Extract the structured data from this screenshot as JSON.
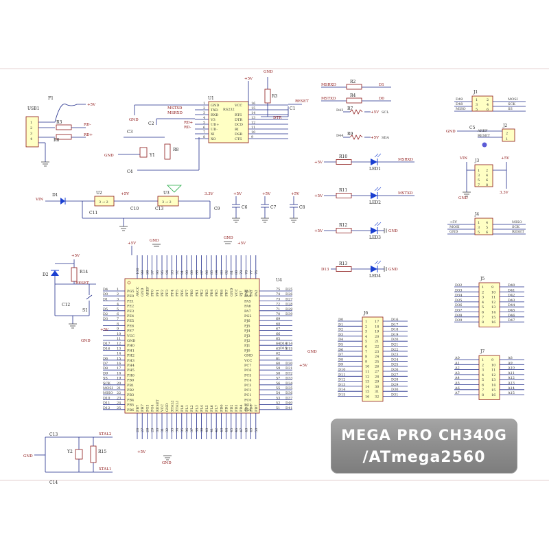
{
  "badge": {
    "line1": "MEGA PRO CH340G",
    "line2": "/ATmega2560"
  },
  "usb": {
    "ref": "USB1",
    "fuse": "F1",
    "vcc": "+5V",
    "r_top": "R3",
    "r_bot": "R8",
    "net_top": "RD-",
    "net_bot": "RD+"
  },
  "ch340": {
    "ref": "U1",
    "chip": "RS232",
    "left_pins": [
      "GND",
      "TXD",
      "RXD",
      "V3",
      "UD+",
      "UD-",
      "XI",
      "XO"
    ],
    "left_nums": [
      "1",
      "2",
      "3",
      "4",
      "5",
      "6",
      "7",
      "8"
    ],
    "right_pins": [
      "VCC",
      "",
      "RTS",
      "DTR",
      "DCD",
      "RI",
      "DSR",
      "CTS"
    ],
    "right_nums": [
      "16",
      "15",
      "14",
      "13",
      "12",
      "11",
      "10",
      "9"
    ],
    "left_nets": [
      "MSTXD",
      "MSRXD",
      "RD+",
      "RD-"
    ],
    "r3": "R3",
    "c1": "C1",
    "c2": "C2",
    "c3": "C3",
    "c4": "C4",
    "y1": "Y1",
    "r8": "R8",
    "gnd": "GND",
    "vcc": "+5V",
    "reset": "RESET",
    "dtr": "DTR"
  },
  "power": {
    "vin": "VIN",
    "d1": "D1",
    "u2": "U2",
    "u3": "U3",
    "reg_label": "3 → 2",
    "c11": "C11",
    "c10": "C10",
    "c13": "C13",
    "c9": "C9",
    "c6": "C6",
    "c7": "C7",
    "c8": "C8",
    "v5": "+5V",
    "v33": "3.3V"
  },
  "serial": {
    "r2": "R2",
    "r4": "R4",
    "net_rx": "MSRXD",
    "net_tx": "MSTXD",
    "d1": "D1",
    "d0": "D0",
    "r7": "R7",
    "r9": "R9",
    "d43": "D43",
    "d44": "D44",
    "v5": "+5V",
    "sda": "SDA",
    "scl": "SCL"
  },
  "leds": [
    {
      "r": "R10",
      "led": "LED1",
      "net": "MSRXD",
      "left": "+5V"
    },
    {
      "r": "R11",
      "led": "LED2",
      "net": "MSTXD",
      "left": "+5V"
    },
    {
      "r": "R12",
      "led": "LED3",
      "net": "GND",
      "left": "+5V"
    },
    {
      "r": "R13",
      "led": "LED4",
      "net": "GND",
      "left": "D13"
    }
  ],
  "headers": {
    "j1": {
      "ref": "J1",
      "left": [
        "D49",
        "D48",
        "MISO"
      ],
      "right": [
        "MOSI",
        "SCK",
        "SS"
      ],
      "nums": [
        "1",
        "3",
        "5",
        "2",
        "4",
        "6"
      ]
    },
    "j2": {
      "ref": "J2",
      "c5": "C5",
      "aref": "AREF",
      "reset": "RESET",
      "gnd": "GND"
    },
    "j3": {
      "ref": "J3",
      "vin": "VIN",
      "v5": "+5V",
      "gnd": "GND",
      "v33": "3.3V"
    },
    "j4": {
      "ref": "J4",
      "left": [
        "+5V",
        "MOSI",
        "GND"
      ],
      "right": [
        "MISO",
        "SCK",
        "RESET"
      ]
    },
    "j5": {
      "ref": "J5",
      "left": [
        "D32",
        "D33",
        "D34",
        "D35",
        "D36",
        "D37",
        "D38",
        "D39"
      ],
      "right": [
        "D40",
        "D41",
        "D42",
        "D43",
        "D44",
        "D45",
        "D46",
        "D47"
      ],
      "ln": [
        "1",
        "2",
        "3",
        "4",
        "5",
        "6",
        "7",
        "8"
      ],
      "rn": [
        "9",
        "10",
        "11",
        "12",
        "13",
        "14",
        "15",
        "16"
      ]
    },
    "j6": {
      "ref": "J6",
      "left": [
        "D0",
        "D1",
        "D2",
        "D3",
        "D4",
        "D5",
        "D6",
        "D7",
        "D8",
        "D9",
        "D10",
        "D11",
        "D12",
        "D13",
        "D14",
        "D15"
      ],
      "right": [
        "D16",
        "D17",
        "D18",
        "D19",
        "D20",
        "D21",
        "D22",
        "D23",
        "D24",
        "D25",
        "D26",
        "D27",
        "D28",
        "D29",
        "D30",
        "D31"
      ],
      "ln": [
        "1",
        "2",
        "3",
        "4",
        "5",
        "6",
        "7",
        "8",
        "9",
        "10",
        "11",
        "12",
        "13",
        "14",
        "15",
        "16"
      ],
      "rn": [
        "17",
        "18",
        "19",
        "20",
        "21",
        "22",
        "23",
        "24",
        "25",
        "26",
        "27",
        "28",
        "29",
        "30",
        "31",
        "32"
      ]
    },
    "j7": {
      "ref": "J7",
      "left": [
        "A0",
        "A1",
        "A2",
        "A3",
        "A4",
        "A5",
        "A6",
        "A7"
      ],
      "right": [
        "A8",
        "A9",
        "A10",
        "A11",
        "A12",
        "A13",
        "A14",
        "A15"
      ],
      "ln": [
        "1",
        "2",
        "3",
        "4",
        "5",
        "6",
        "7",
        "8"
      ],
      "rn": [
        "9",
        "10",
        "11",
        "12",
        "13",
        "14",
        "15",
        "16"
      ]
    }
  },
  "mcu": {
    "ref": "U4",
    "left_pins": [
      "PG5",
      "PE0",
      "PE1",
      "PE2",
      "PE3",
      "PE4",
      "PE5",
      "PE6",
      "PE7",
      "VCC",
      "GND",
      "PH0",
      "PH1",
      "PH2",
      "PH3",
      "PH4",
      "PH5",
      "PH6",
      "PB0",
      "PB1",
      "PB2",
      "PB3",
      "PB4",
      "PB5",
      "PB6"
    ],
    "left_nums": [
      "1",
      "2",
      "3",
      "4",
      "5",
      "6",
      "7",
      "8",
      "9",
      "10",
      "11",
      "12",
      "13",
      "14",
      "15",
      "16",
      "17",
      "18",
      "19",
      "20",
      "21",
      "22",
      "23",
      "24",
      "25"
    ],
    "left_nets": [
      "D4",
      "D0",
      "D1",
      "",
      "D5",
      "D2",
      "D3",
      "",
      "",
      "",
      "",
      "D17",
      "D16",
      "",
      "D6",
      "D7",
      "D8",
      "D9",
      "SS",
      "SCK",
      "MOSI",
      "MISO",
      "D10",
      "D11",
      "D12"
    ],
    "right_pins": [
      "PA3",
      "PA4",
      "PA5",
      "PA6",
      "PA7",
      "PG2",
      "PJ6",
      "PJ5",
      "PJ4",
      "PJ3",
      "PJ2",
      "PJ1",
      "PJ0",
      "GND",
      "VCC",
      "PC7",
      "PC6",
      "PC5",
      "PC4",
      "PC3",
      "PC2",
      "PC1",
      "PC0",
      "PG1",
      "PG0"
    ],
    "right_nums": [
      "75",
      "74",
      "73",
      "72",
      "71",
      "70",
      "69",
      "68",
      "67",
      "66",
      "65",
      "64",
      "63",
      "62",
      "61",
      "60",
      "59",
      "58",
      "57",
      "56",
      "55",
      "54",
      "53",
      "52",
      "51"
    ],
    "right_nets": [
      "D25",
      "D26",
      "D27",
      "D28",
      "D29",
      "D39",
      "",
      "",
      "",
      "",
      "",
      "D14",
      "D15",
      "",
      "",
      "D30",
      "D31",
      "D32",
      "D33",
      "D34",
      "D35",
      "D36",
      "D37",
      "D40",
      "D41"
    ],
    "top_pins": [
      "AVCC",
      "GND",
      "AREF",
      "PF0",
      "PF1",
      "PF2",
      "PF3",
      "PF4",
      "PF5",
      "PF6",
      "PF7",
      "PK0",
      "PK1",
      "PK2",
      "PK3",
      "PK4",
      "PK5",
      "PK6",
      "PK7",
      "GND",
      "VCC",
      "PJ7",
      "PA0",
      "PA1",
      "PA2"
    ],
    "top_nums": [
      "100",
      "99",
      "98",
      "97",
      "96",
      "95",
      "94",
      "93",
      "92",
      "91",
      "90",
      "89",
      "88",
      "87",
      "86",
      "85",
      "84",
      "83",
      "82",
      "81",
      "80",
      "79",
      "78",
      "77",
      "76"
    ],
    "bottom_pins": [
      "PB7",
      "PH7",
      "PG3",
      "PG4",
      "RESET",
      "VCC",
      "GND",
      "XTAL2",
      "XTAL1",
      "PL0",
      "PL1",
      "PL2",
      "PL3",
      "PL4",
      "PL5",
      "PL6",
      "PL7",
      "PD0",
      "PD1",
      "PD2",
      "PD3",
      "PD4",
      "PD5",
      "PD6",
      "PD7"
    ],
    "bottom_nums": [
      "26",
      "27",
      "28",
      "29",
      "30",
      "31",
      "32",
      "33",
      "34",
      "35",
      "36",
      "37",
      "38",
      "39",
      "40",
      "41",
      "42",
      "43",
      "44",
      "45",
      "46",
      "47",
      "48",
      "49",
      "50"
    ],
    "gnd": "GND",
    "v5": "+5V",
    "d14": "D14",
    "d15": "D15",
    "d13": "D13",
    "xtal1": "XTAL1",
    "xtal2": "XTAL2",
    "reset": "RESET"
  },
  "reset": {
    "r14": "R14",
    "d2": "D2",
    "c12": "C12",
    "s1": "S1",
    "v5": "+5V",
    "reset": "RESET"
  },
  "xtal": {
    "c13": "C13",
    "c14": "C14",
    "y2": "Y2",
    "r15": "R15",
    "xtal1": "XTAL1",
    "xtal2": "XTAL2",
    "gnd": "GND"
  },
  "colors": {
    "wire": "#1e2a8a",
    "part": "#8a1414",
    "fill": "#ffffc4",
    "led": "#1a3fd1",
    "net": "#8a1010"
  }
}
